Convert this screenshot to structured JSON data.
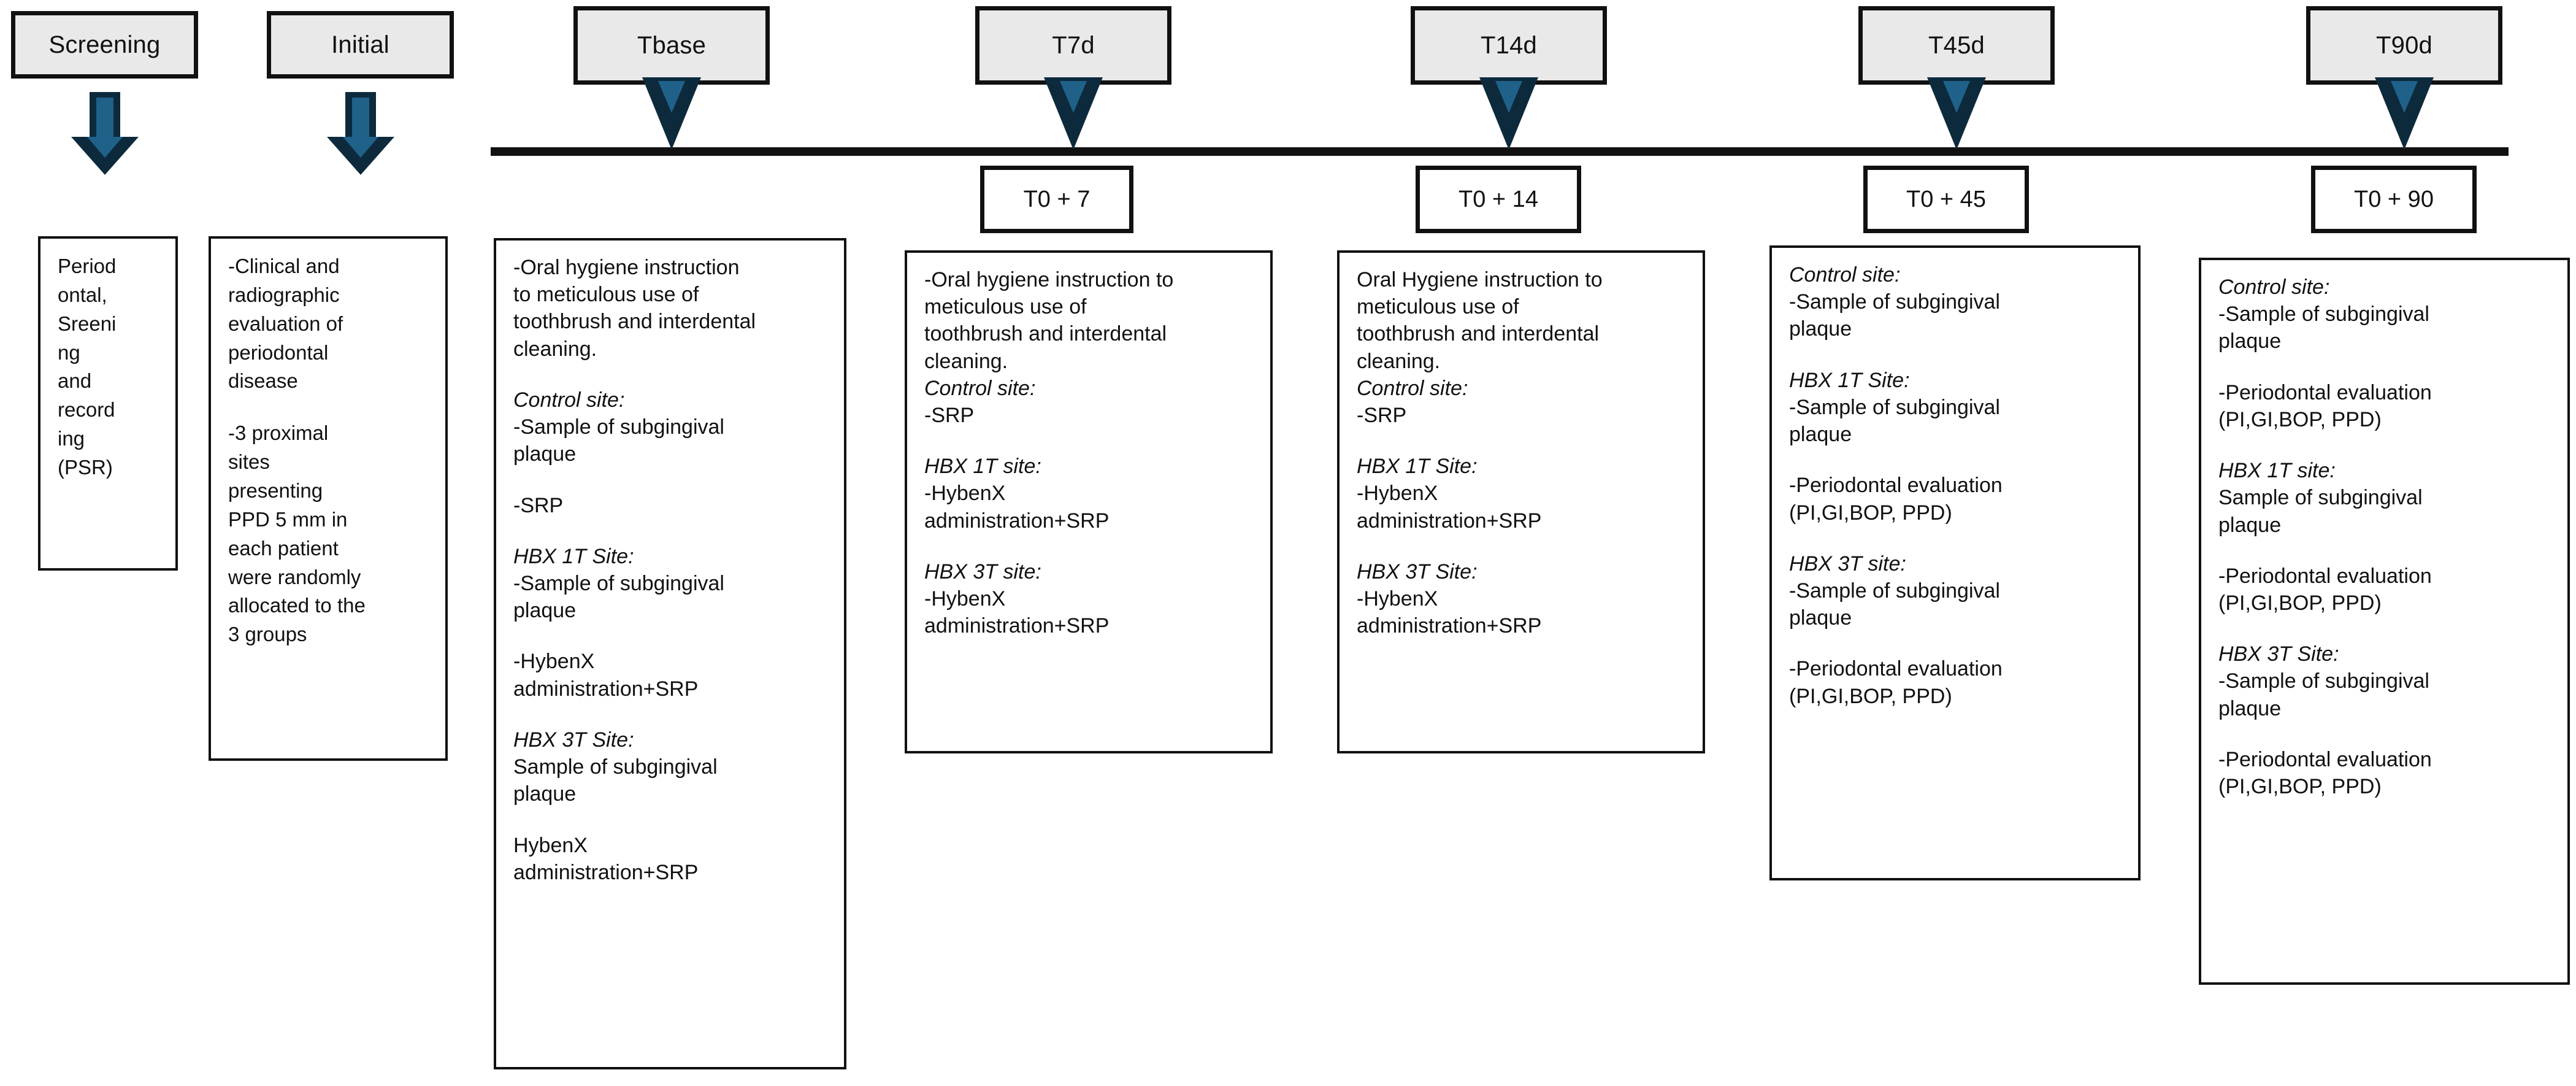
{
  "diagram": {
    "title": "Clinical study timeline: HybenX (HBX) adjunct to SRP in periodontal therapy",
    "colors": {
      "phase_box_fill": "#e9e9e9",
      "box_border": "#111111",
      "arrow_outer": "#0d2a3d",
      "arrow_inner": "#1f6189",
      "page_background": "#ffffff"
    }
  },
  "phases": [
    {
      "label": "Screening"
    },
    {
      "label": "Initial"
    },
    {
      "label": "Tbase"
    },
    {
      "label": "T7d"
    },
    {
      "label": "T14d"
    },
    {
      "label": "T45d"
    },
    {
      "label": "T90d"
    }
  ],
  "ticks": [
    {
      "label": "T0 + 7"
    },
    {
      "label": "T0 + 14"
    },
    {
      "label": "T0 + 45"
    },
    {
      "label": "T0 + 90"
    }
  ],
  "content": {
    "screening": {
      "lines": [
        {
          "text": "Period\nontal,\nSreeni\nng\nand\nrecord\ning\n(PSR)",
          "style": "plain"
        }
      ]
    },
    "initial": {
      "lines": [
        {
          "text": "-Clinical and\nradiographic\nevaluation of\nperiodontal\ndisease",
          "style": "plain"
        },
        {
          "text": "-3 proximal\nsites\npresenting\nPPD 5 mm in\neach patient\nwere randomly\nallocated to the\n3 groups",
          "style": "plain-gap"
        }
      ]
    },
    "tbase": {
      "lines": [
        {
          "text": "-Oral hygiene instruction\nto meticulous use of\ntoothbrush and interdental\ncleaning.",
          "style": "plain"
        },
        {
          "text": "Control site:",
          "style": "head-gap"
        },
        {
          "text": "-Sample of subgingival\nplaque",
          "style": "plain"
        },
        {
          "text": "-SRP",
          "style": "plain-gap"
        },
        {
          "text": "HBX 1T Site:",
          "style": "head-gap"
        },
        {
          "text": "-Sample of subgingival\nplaque",
          "style": "plain"
        },
        {
          "text": "-HybenX\nadministration+SRP",
          "style": "plain-gap"
        },
        {
          "text": "HBX 3T Site:",
          "style": "head-gap"
        },
        {
          "text": "Sample of subgingival\nplaque",
          "style": "plain"
        },
        {
          "text": "HybenX\nadministration+SRP",
          "style": "plain-gap"
        }
      ]
    },
    "t7d": {
      "lines": [
        {
          "text": "-Oral hygiene instruction to\nmeticulous use of\ntoothbrush and interdental\ncleaning.",
          "style": "plain"
        },
        {
          "text": "Control site:",
          "style": "head"
        },
        {
          "text": "-SRP",
          "style": "plain"
        },
        {
          "text": "HBX 1T site:",
          "style": "head-gap"
        },
        {
          "text": "-HybenX\nadministration+SRP",
          "style": "plain"
        },
        {
          "text": "HBX 3T site:",
          "style": "head-gap"
        },
        {
          "text": "-HybenX\nadministration+SRP",
          "style": "plain"
        }
      ]
    },
    "t14d": {
      "lines": [
        {
          "text": "Oral Hygiene instruction to\nmeticulous use of\ntoothbrush and interdental\ncleaning.",
          "style": "plain"
        },
        {
          "text": "Control site:",
          "style": "head"
        },
        {
          "text": "-SRP",
          "style": "plain"
        },
        {
          "text": "HBX 1T Site:",
          "style": "head-gap"
        },
        {
          "text": "-HybenX\nadministration+SRP",
          "style": "plain"
        },
        {
          "text": "HBX 3T Site:",
          "style": "head-gap"
        },
        {
          "text": "-HybenX\nadministration+SRP",
          "style": "plain"
        }
      ]
    },
    "t45d": {
      "lines": [
        {
          "text": "Control site:",
          "style": "head"
        },
        {
          "text": "-Sample of subgingival\nplaque",
          "style": "plain"
        },
        {
          "text": "HBX 1T Site:",
          "style": "head-gap"
        },
        {
          "text": "-Sample of subgingival\nplaque",
          "style": "plain"
        },
        {
          "text": "-Periodontal evaluation\n(PI,GI,BOP, PPD)",
          "style": "plain-gap"
        },
        {
          "text": "HBX 3T site:",
          "style": "head-gap"
        },
        {
          "text": "-Sample of subgingival\nplaque",
          "style": "plain"
        },
        {
          "text": "-Periodontal evaluation\n(PI,GI,BOP, PPD)",
          "style": "plain-gap"
        }
      ]
    },
    "t90d": {
      "lines": [
        {
          "text": "Control site:",
          "style": "head"
        },
        {
          "text": "-Sample of subgingival\nplaque",
          "style": "plain"
        },
        {
          "text": "-Periodontal evaluation\n(PI,GI,BOP, PPD)",
          "style": "plain-gap"
        },
        {
          "text": "HBX 1T site:",
          "style": "head-gap"
        },
        {
          "text": "Sample of subgingival\nplaque",
          "style": "plain"
        },
        {
          "text": "-Periodontal evaluation\n(PI,GI,BOP, PPD)",
          "style": "plain-gap"
        },
        {
          "text": "HBX 3T Site:",
          "style": "head-gap"
        },
        {
          "text": "-Sample of subgingival\nplaque",
          "style": "plain"
        },
        {
          "text": "-Periodontal evaluation\n(PI,GI,BOP, PPD)",
          "style": "plain-gap"
        }
      ]
    }
  }
}
